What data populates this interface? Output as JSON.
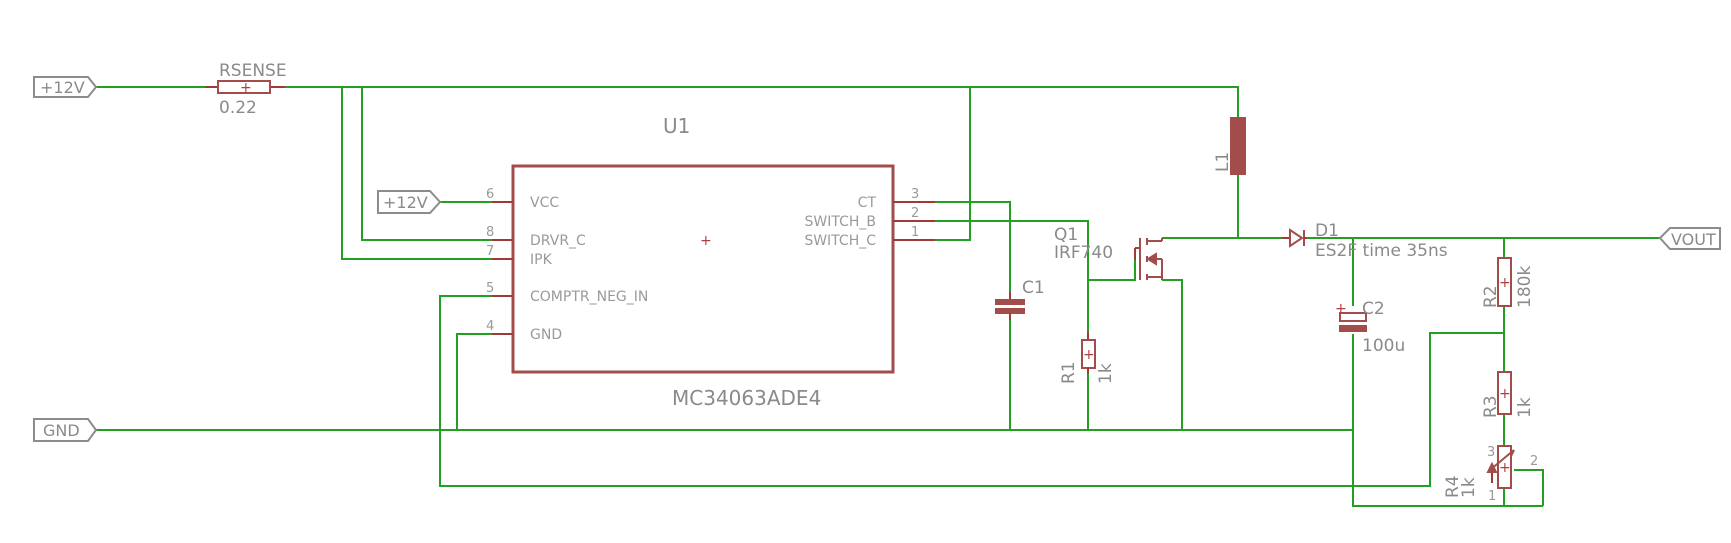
{
  "ports": {
    "vin_top": "+12V",
    "vin_ic": "+12V",
    "gnd": "GND",
    "vout": "VOUT"
  },
  "rsense": {
    "name": "RSENSE",
    "value": "0.22"
  },
  "u1": {
    "name": "U1",
    "part": "MC34063ADE4",
    "left_pins": [
      {
        "num": "6",
        "label": "VCC"
      },
      {
        "num": "8",
        "label": "DRVR_C"
      },
      {
        "num": "7",
        "label": "IPK"
      },
      {
        "num": "5",
        "label": "COMPTR_NEG_IN"
      },
      {
        "num": "4",
        "label": "GND"
      }
    ],
    "right_pins": [
      {
        "num": "3",
        "label": "CT"
      },
      {
        "num": "2",
        "label": "SWITCH_B"
      },
      {
        "num": "1",
        "label": "SWITCH_C"
      }
    ]
  },
  "l1": {
    "name": "L1"
  },
  "c1": {
    "name": "C1"
  },
  "q1": {
    "name": "Q1",
    "value": "IRF740"
  },
  "r1": {
    "name": "R1",
    "value": "1k"
  },
  "d1": {
    "name": "D1",
    "value": "ES2F  time 35ns"
  },
  "c2": {
    "name": "C2",
    "value": "100u"
  },
  "r2": {
    "name": "R2",
    "value": "180k"
  },
  "r3": {
    "name": "R3",
    "value": "1k"
  },
  "r4": {
    "name": "R4",
    "value": "1k",
    "pins": [
      "3",
      "2",
      "1"
    ]
  },
  "colors": {
    "wire": "#21a021",
    "component": "#a34c4c",
    "label": "#8a8a8a",
    "background": "#ffffff"
  }
}
